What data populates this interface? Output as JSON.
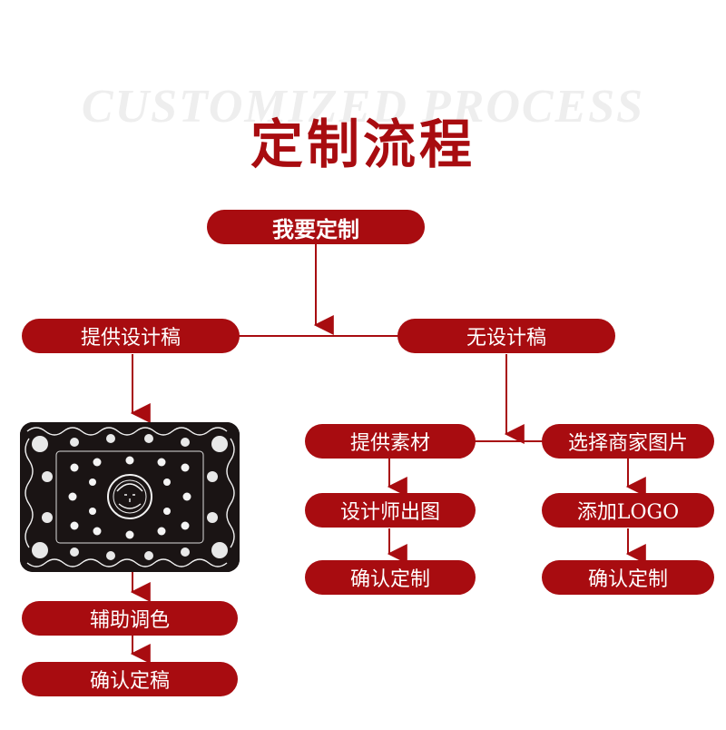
{
  "header": {
    "bg_title": "CUSTOMIZED PROCESS",
    "title": "定制流程"
  },
  "nodes": {
    "root": "我要定制",
    "has_design": "提供设计稿",
    "no_design": "无设计稿",
    "provide_material": "提供素材",
    "choose_image": "选择商家图片",
    "designer_draw": "设计师出图",
    "add_logo": "添加LOGO",
    "confirm_mid": "确认定制",
    "confirm_right": "确认定制",
    "color_assist": "辅助调色",
    "confirm_left": "确认定稿"
  },
  "colors": {
    "accent": "#a80c10",
    "pattern_bg": "#1a1414"
  }
}
